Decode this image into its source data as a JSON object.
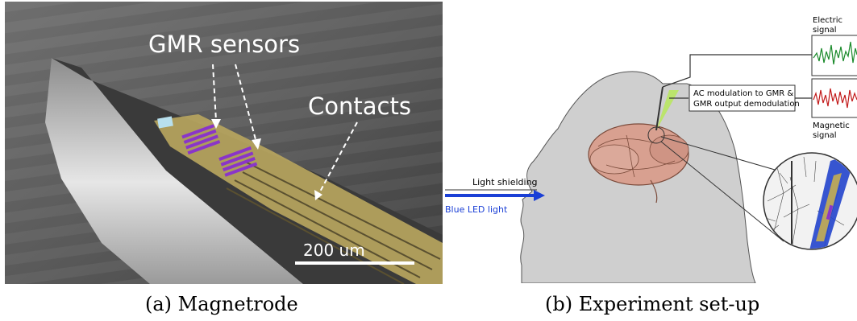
{
  "figure": {
    "panel_a": {
      "caption": "(a) Magnetrode",
      "labels": {
        "gmr_sensors": "GMR sensors",
        "contacts": "Contacts",
        "scale_bar": "200 um"
      }
    },
    "panel_b": {
      "caption": "(b) Experiment set-up",
      "labels": {
        "electric_signal": [
          "Electric",
          "signal"
        ],
        "magnetic_signal": [
          "Magnetic",
          "signal"
        ],
        "ac_modulation": [
          "AC modulation to GMR &",
          "GMR output demodulation"
        ],
        "light_shielding": "Light shielding",
        "blue_led": "Blue LED light"
      }
    }
  },
  "colors": {
    "sem_background": "#4a4a4a",
    "gold_contact": "#b7a55e",
    "sensor_purple": "#8a35c9",
    "head_gray": "#cfcfcf",
    "brain_pink": "#d8a090",
    "led_blue": "#1a3fd6",
    "electric_trace": "#1a8a2a",
    "magnetic_trace": "#c21a1a"
  }
}
